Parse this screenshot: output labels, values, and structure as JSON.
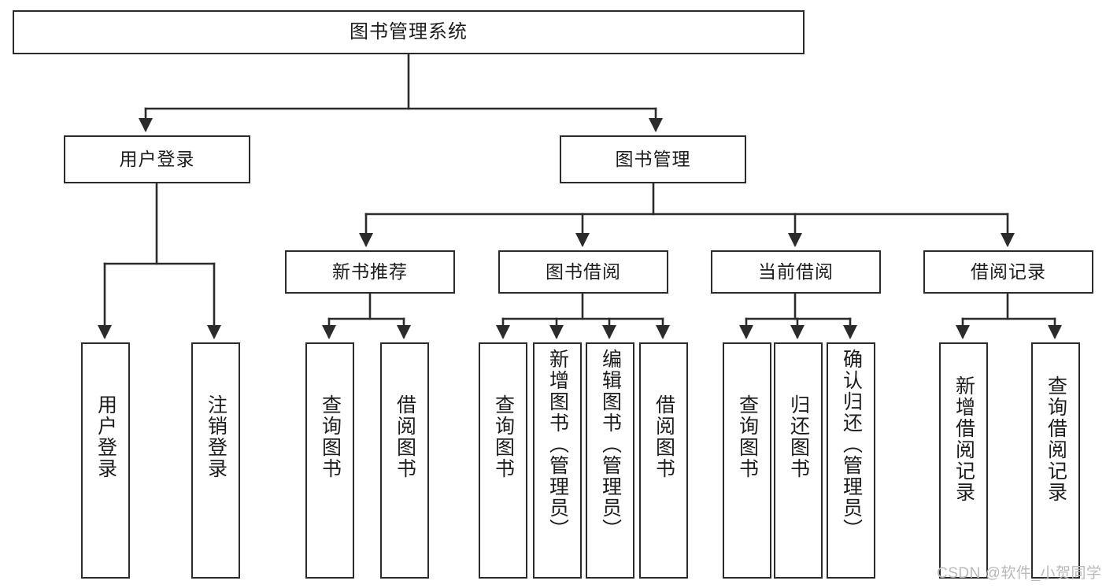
{
  "diagram": {
    "title": "图书管理系统",
    "type": "tree",
    "watermark": "CSDN @软件_小贺同学",
    "colors": {
      "stroke": "#2b2b2b",
      "fill": "#ffffff",
      "text": "#1c1c1c",
      "watermark": "#b9b9b9"
    },
    "nodes": {
      "root": {
        "label": "图书管理系统"
      },
      "level2": [
        {
          "id": "user-login",
          "label": "用户登录"
        },
        {
          "id": "book-manage",
          "label": "图书管理"
        }
      ],
      "level3": [
        {
          "id": "new-book-recommend",
          "label": "新书推荐"
        },
        {
          "id": "book-borrow",
          "label": "图书借阅"
        },
        {
          "id": "current-borrow",
          "label": "当前借阅"
        },
        {
          "id": "borrow-record",
          "label": "借阅记录"
        }
      ],
      "leaves": {
        "user-login": [
          {
            "id": "leaf-user-login",
            "label": "用户登录"
          },
          {
            "id": "leaf-logout",
            "label": "注销登录"
          }
        ],
        "new-book-recommend": [
          {
            "id": "leaf-query-book-1",
            "label": "查询图书"
          },
          {
            "id": "leaf-borrow-book-1",
            "label": "借阅图书"
          }
        ],
        "book-borrow": [
          {
            "id": "leaf-query-book-2",
            "label": "查询图书"
          },
          {
            "id": "leaf-add-book",
            "label": "新增图书（管理员）"
          },
          {
            "id": "leaf-edit-book",
            "label": "编辑图书（管理员）"
          },
          {
            "id": "leaf-borrow-book-2",
            "label": "借阅图书"
          }
        ],
        "current-borrow": [
          {
            "id": "leaf-query-book-3",
            "label": "查询图书"
          },
          {
            "id": "leaf-return-book",
            "label": "归还图书"
          },
          {
            "id": "leaf-confirm-return",
            "label": "确认归还（管理员）"
          }
        ],
        "borrow-record": [
          {
            "id": "leaf-add-record",
            "label": "新增借阅记录"
          },
          {
            "id": "leaf-query-record",
            "label": "查询借阅记录"
          }
        ]
      }
    }
  }
}
